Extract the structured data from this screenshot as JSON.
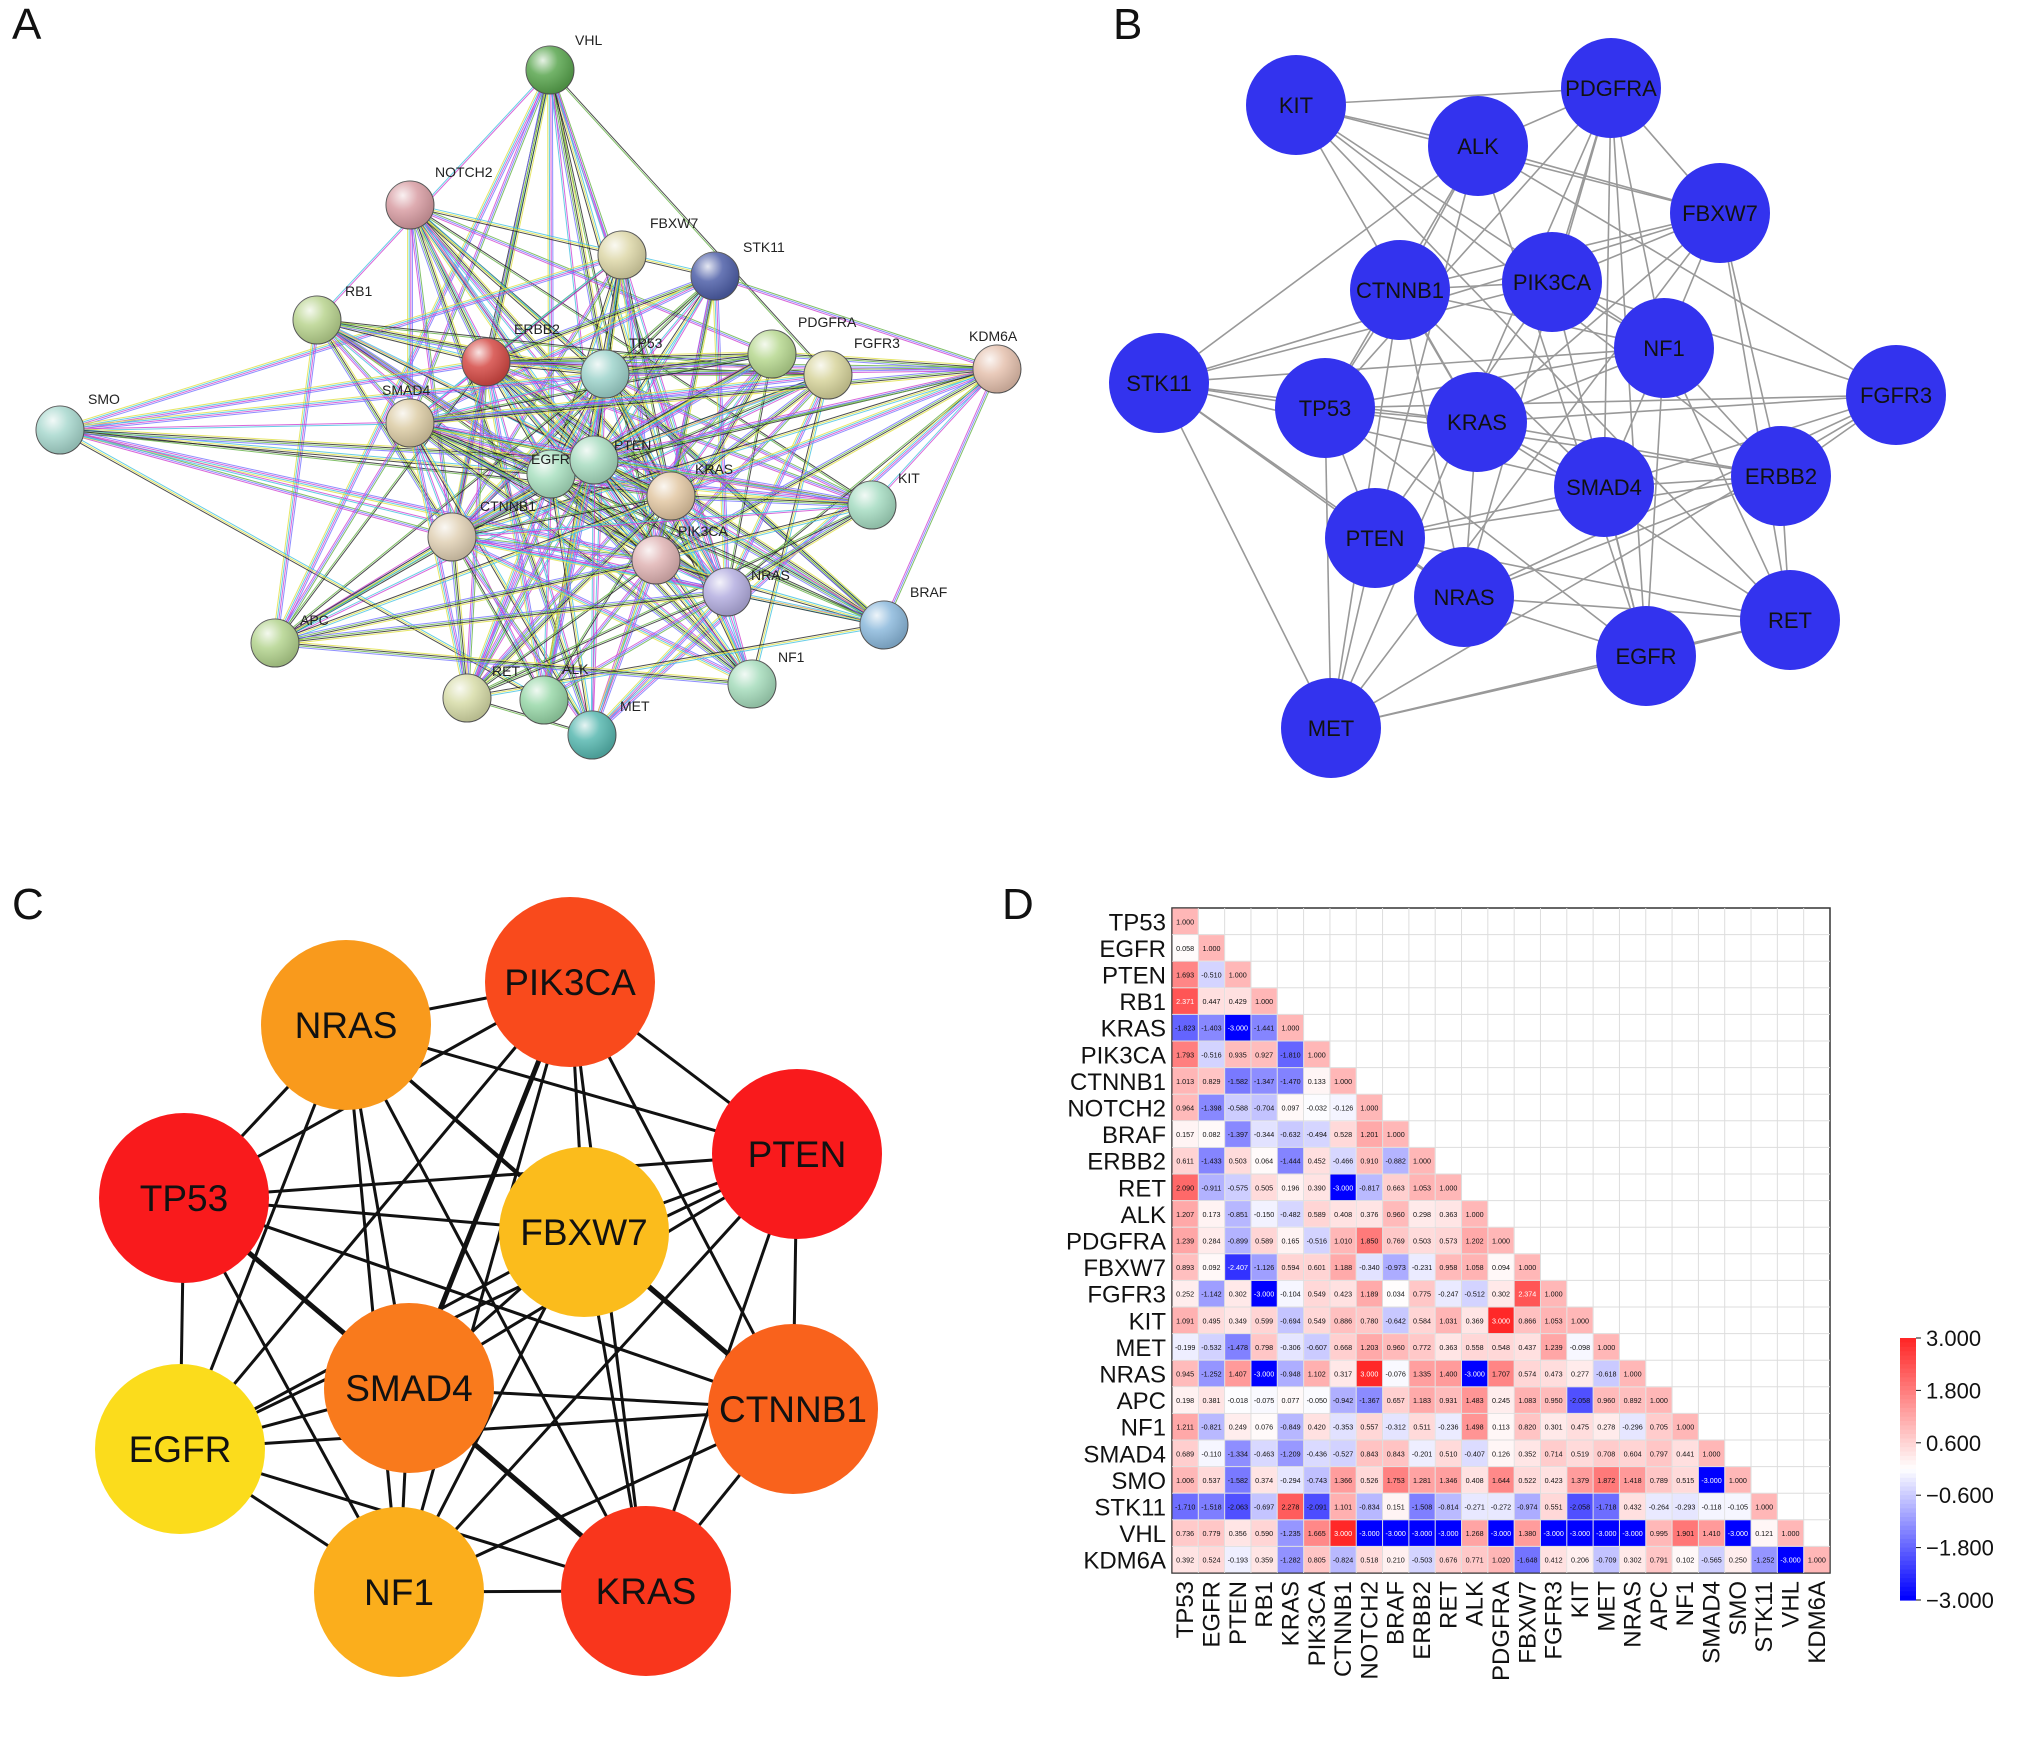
{
  "panels": {
    "a": {
      "letter": "A"
    },
    "b": {
      "letter": "B"
    },
    "c": {
      "letter": "C"
    },
    "d": {
      "letter": "D"
    }
  },
  "string_network": {
    "nodes": [
      {
        "id": "VHL",
        "color": "#5aa64f"
      },
      {
        "id": "NOTCH2",
        "color": "#d89da3"
      },
      {
        "id": "FBXW7",
        "color": "#ddd7a8"
      },
      {
        "id": "STK11",
        "color": "#4e5fa8"
      },
      {
        "id": "RB1",
        "color": "#b9d48f"
      },
      {
        "id": "ERBB2",
        "color": "#d54a45"
      },
      {
        "id": "TP53",
        "color": "#9fd4cc"
      },
      {
        "id": "PDGFRA",
        "color": "#b7d890"
      },
      {
        "id": "FGFR3",
        "color": "#d7d49c"
      },
      {
        "id": "KDM6A",
        "color": "#e5c1ae"
      },
      {
        "id": "SMO",
        "color": "#a8d8ce"
      },
      {
        "id": "SMAD4",
        "color": "#dccca5"
      },
      {
        "id": "EGFR",
        "color": "#a9e0c0"
      },
      {
        "id": "PTEN",
        "color": "#a8dcc0"
      },
      {
        "id": "KRAS",
        "color": "#e2c7a3"
      },
      {
        "id": "KIT",
        "color": "#a6dcc2"
      },
      {
        "id": "CTNNB1",
        "color": "#e0d0b4"
      },
      {
        "id": "PIK3CA",
        "color": "#e0b4b4"
      },
      {
        "id": "NRAS",
        "color": "#b4aee0"
      },
      {
        "id": "BRAF",
        "color": "#8cb9dc"
      },
      {
        "id": "APC",
        "color": "#b4d48f"
      },
      {
        "id": "RET",
        "color": "#d7dca8"
      },
      {
        "id": "ALK",
        "color": "#99d8a9"
      },
      {
        "id": "MET",
        "color": "#58b8b0"
      },
      {
        "id": "NF1",
        "color": "#a6dcbc"
      }
    ],
    "edge_colors": [
      "#d040d0",
      "#40c0e0",
      "#e0e040",
      "#202020",
      "#60b040",
      "#7070ff"
    ]
  },
  "blue_network": {
    "node_color": "#3333ee",
    "nodes": [
      "KIT",
      "PDGFRA",
      "ALK",
      "FBXW7",
      "CTNNB1",
      "PIK3CA",
      "NF1",
      "STK11",
      "TP53",
      "KRAS",
      "FGFR3",
      "SMAD4",
      "ERBB2",
      "PTEN",
      "NRAS",
      "RET",
      "EGFR",
      "MET"
    ]
  },
  "hub_network": {
    "nodes": [
      {
        "id": "NRAS",
        "color": "#f99a1c"
      },
      {
        "id": "PIK3CA",
        "color": "#f94a1c"
      },
      {
        "id": "PTEN",
        "color": "#f91a1c"
      },
      {
        "id": "TP53",
        "color": "#f91a1c"
      },
      {
        "id": "FBXW7",
        "color": "#fbbc1c"
      },
      {
        "id": "SMAD4",
        "color": "#f97a1c"
      },
      {
        "id": "CTNNB1",
        "color": "#f9621c"
      },
      {
        "id": "EGFR",
        "color": "#fbdc1c"
      },
      {
        "id": "NF1",
        "color": "#fbae1c"
      },
      {
        "id": "KRAS",
        "color": "#f9361c"
      }
    ]
  },
  "heatmap": {
    "genes": [
      "TP53",
      "EGFR",
      "PTEN",
      "RB1",
      "KRAS",
      "PIK3CA",
      "CTNNB1",
      "NOTCH2",
      "BRAF",
      "ERBB2",
      "RET",
      "ALK",
      "PDGFRA",
      "FBXW7",
      "FGFR3",
      "KIT",
      "MET",
      "NRAS",
      "APC",
      "NF1",
      "SMAD4",
      "SMO",
      "STK11",
      "VHL",
      "KDM6A"
    ],
    "legend_ticks": [
      "3.000",
      "1.800",
      "0.600",
      "−0.600",
      "−1.800",
      "−3.000"
    ],
    "rows": [
      [
        "1.000"
      ],
      [
        "0.058",
        "1.000"
      ],
      [
        "1.693",
        "-0.510",
        "1.000"
      ],
      [
        "2.371",
        "0.447",
        "0.429",
        "1.000"
      ],
      [
        "-1.823",
        "-1.403",
        "-3.000",
        "-1.441",
        "1.000"
      ],
      [
        "1.793",
        "-0.516",
        "0.935",
        "0.927",
        "-1.810",
        "1.000"
      ],
      [
        "1.013",
        "0.829",
        "-1.582",
        "-1.347",
        "-1.470",
        "0.133",
        "1.000"
      ],
      [
        "0.964",
        "-1.398",
        "-0.588",
        "-0.704",
        "0.097",
        "-0.032",
        "-0.126",
        "1.000"
      ],
      [
        "0.157",
        "0.082",
        "-1.397",
        "-0.344",
        "-0.632",
        "-0.494",
        "0.528",
        "1.201",
        "1.000"
      ],
      [
        "0.611",
        "-1.433",
        "0.503",
        "0.064",
        "-1.444",
        "0.452",
        "-0.466",
        "0.910",
        "-0.882",
        "1.000"
      ],
      [
        "2.090",
        "-0.911",
        "-0.575",
        "0.505",
        "0.196",
        "0.390",
        "-3.000",
        "-0.817",
        "0.663",
        "1.053",
        "1.000"
      ],
      [
        "1.207",
        "0.173",
        "-0.851",
        "-0.150",
        "-0.482",
        "0.589",
        "0.408",
        "0.376",
        "0.960",
        "0.298",
        "0.363",
        "1.000"
      ],
      [
        "1.239",
        "0.284",
        "-0.899",
        "0.589",
        "0.165",
        "-0.516",
        "1.010",
        "1.850",
        "0.769",
        "0.503",
        "0.573",
        "1.202",
        "1.000"
      ],
      [
        "0.893",
        "0.092",
        "-2.407",
        "-1.126",
        "0.594",
        "0.601",
        "1.188",
        "-0.340",
        "-0.973",
        "-0.231",
        "0.958",
        "1.058",
        "0.094",
        "1.000"
      ],
      [
        "0.252",
        "-1.142",
        "0.302",
        "-3.000",
        "-0.104",
        "0.549",
        "0.423",
        "1.189",
        "0.034",
        "0.775",
        "-0.247",
        "-0.512",
        "0.302",
        "2.374",
        "1.000"
      ],
      [
        "1.091",
        "0.495",
        "0.349",
        "0.599",
        "-0.694",
        "0.549",
        "0.886",
        "0.780",
        "-0.642",
        "0.584",
        "1.031",
        "0.369",
        "3.000",
        "0.866",
        "1.053",
        "1.000"
      ],
      [
        "-0.199",
        "-0.532",
        "-1.478",
        "0.798",
        "-0.306",
        "-0.607",
        "0.668",
        "1.203",
        "0.960",
        "0.772",
        "0.363",
        "0.558",
        "0.548",
        "0.437",
        "1.239",
        "-0.098",
        "1.000"
      ],
      [
        "0.945",
        "-1.252",
        "1.407",
        "-3.000",
        "-0.948",
        "1.102",
        "0.317",
        "3.000",
        "-0.076",
        "1.335",
        "1.400",
        "-3.000",
        "1.707",
        "0.574",
        "0.473",
        "0.277",
        "-0.618",
        "1.000"
      ],
      [
        "0.198",
        "0.381",
        "-0.018",
        "-0.075",
        "0.077",
        "-0.050",
        "-0.942",
        "-1.367",
        "0.657",
        "1.183",
        "0.931",
        "1.483",
        "0.245",
        "1.083",
        "0.950",
        "-2.058",
        "0.960",
        "0.892",
        "1.000"
      ],
      [
        "1.211",
        "-0.821",
        "0.249",
        "0.076",
        "-0.849",
        "0.420",
        "-0.353",
        "0.557",
        "-0.312",
        "0.511",
        "-0.236",
        "1.498",
        "0.113",
        "0.820",
        "0.301",
        "0.475",
        "0.278",
        "-0.296",
        "0.705",
        "1.000"
      ],
      [
        "0.689",
        "-0.110",
        "-1.334",
        "-0.463",
        "-1.209",
        "-0.436",
        "-0.527",
        "0.843",
        "0.843",
        "-0.201",
        "0.510",
        "-0.407",
        "0.126",
        "0.352",
        "0.714",
        "0.519",
        "0.708",
        "0.604",
        "0.797",
        "0.441",
        "1.000"
      ],
      [
        "1.006",
        "0.537",
        "-1.582",
        "0.374",
        "-0.294",
        "-0.743",
        "1.366",
        "0.526",
        "1.753",
        "1.281",
        "1.346",
        "0.408",
        "1.644",
        "0.522",
        "0.423",
        "1.379",
        "1.872",
        "1.418",
        "0.789",
        "0.515",
        "-3.000",
        "1.000"
      ],
      [
        "-1.710",
        "-1.518",
        "-2.063",
        "-0.697",
        "2.278",
        "-2.091",
        "1.101",
        "-0.834",
        "0.151",
        "-1.508",
        "-0.814",
        "-0.271",
        "-0.272",
        "-0.974",
        "0.551",
        "-2.058",
        "-1.718",
        "0.432",
        "-0.264",
        "-0.293",
        "-0.118",
        "-0.105",
        "1.000"
      ],
      [
        "0.736",
        "0.779",
        "0.356",
        "0.590",
        "-1.235",
        "1.665",
        "3.000",
        "-3.000",
        "-3.000",
        "-3.000",
        "-3.000",
        "1.268",
        "-3.000",
        "1.380",
        "-3.000",
        "-3.000",
        "-3.000",
        "-3.000",
        "0.995",
        "1.901",
        "1.410",
        "-3.000",
        "0.121",
        "1.000"
      ],
      [
        "0.392",
        "0.524",
        "-0.193",
        "0.359",
        "-1.282",
        "0.805",
        "-0.824",
        "0.518",
        "0.210",
        "-0.503",
        "0.676",
        "0.771",
        "1.020",
        "-1.648",
        "0.412",
        "0.206",
        "-0.709",
        "0.302",
        "0.791",
        "0.102",
        "-0.565",
        "0.250",
        "-1.252",
        "-3.000",
        "1.000"
      ]
    ]
  }
}
